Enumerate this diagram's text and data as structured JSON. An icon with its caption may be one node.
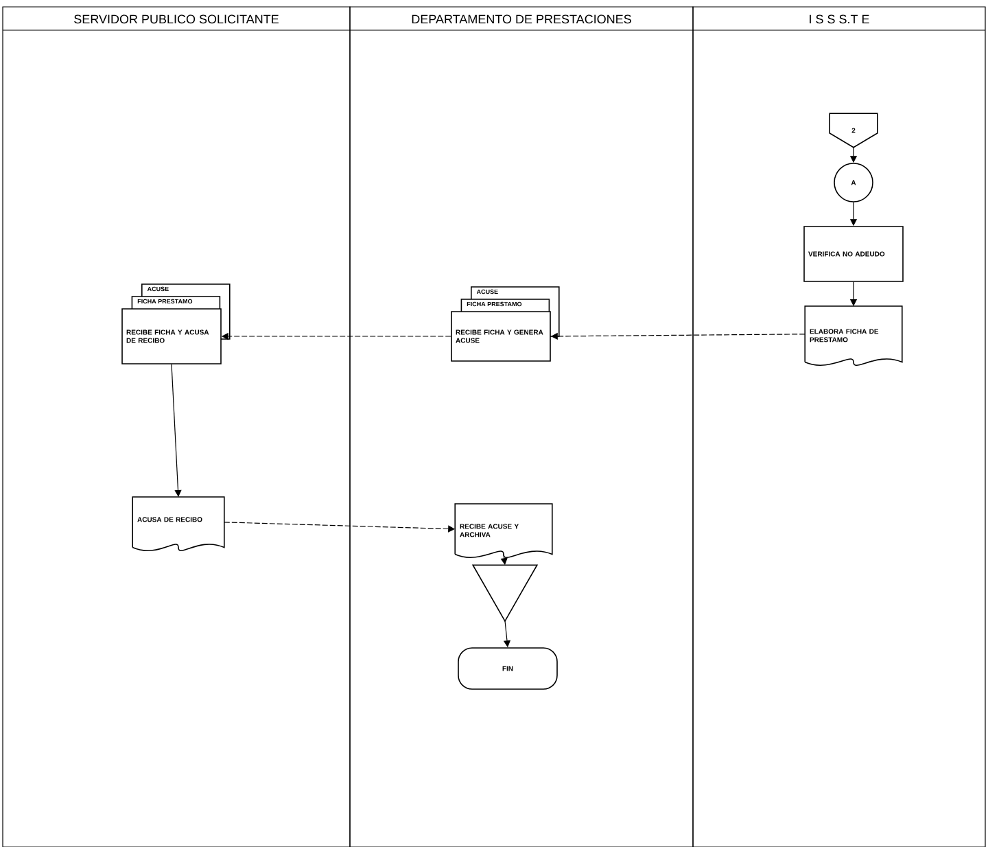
{
  "diagram": {
    "nodes": [
      {
        "text": [
          "SERVIDOR PUBLICO SOLICITANTE"
        ]
      },
      {
        "text": [
          "DEPARTAMENTO DE PRESTACIONES"
        ]
      },
      {
        "text": [
          "I S S S.T E"
        ]
      },
      {
        "text": [
          "2"
        ],
        "in": 2
      },
      {
        "text": [
          "A"
        ],
        "in": 2
      },
      {
        "text": [
          "VERIFICA NO ADEUDO"
        ],
        "in": 2
      },
      {
        "text": [
          "ELABORA FICHA DE PRESTAMO"
        ],
        "in": 2
      },
      {
        "text": [
          "ACUSE",
          "FICHA PRESTAMO",
          "RECIBE FICHA Y GENERA ACUSE"
        ],
        "in": 1
      },
      {
        "text": [
          "ACUSE",
          "FICHA PRESTAMO",
          "RECIBE FICHA Y ACUSA DE RECIBO"
        ],
        "in": 0
      },
      {
        "text": [
          "ACUSA DE RECIBO"
        ],
        "in": 0
      },
      {
        "text": [
          "RECIBE ACUSE Y ARCHIVA"
        ],
        "in": 1
      },
      {
        "text": [],
        "shape": "triangle",
        "in": 1
      },
      {
        "text": [
          "FIN"
        ],
        "in": 1
      }
    ],
    "edges": [
      {
        "from": 3,
        "to": 4,
        "arrow": "to"
      },
      {
        "from": 4,
        "to": 5,
        "arrow": "to"
      },
      {
        "from": 5,
        "to": 6,
        "arrow": "to"
      },
      {
        "from": 6,
        "to": 7,
        "arrow": "to",
        "style": "dashed"
      },
      {
        "from": 7,
        "to": 8,
        "arrow": "to",
        "style": "dashed"
      },
      {
        "from": 8,
        "to": 9,
        "arrow": "to"
      },
      {
        "from": 9,
        "to": 10,
        "arrow": "to",
        "style": "dashed"
      },
      {
        "from": 10,
        "to": 11,
        "arrow": "to"
      },
      {
        "from": 11,
        "to": 12,
        "arrow": "to"
      }
    ]
  }
}
